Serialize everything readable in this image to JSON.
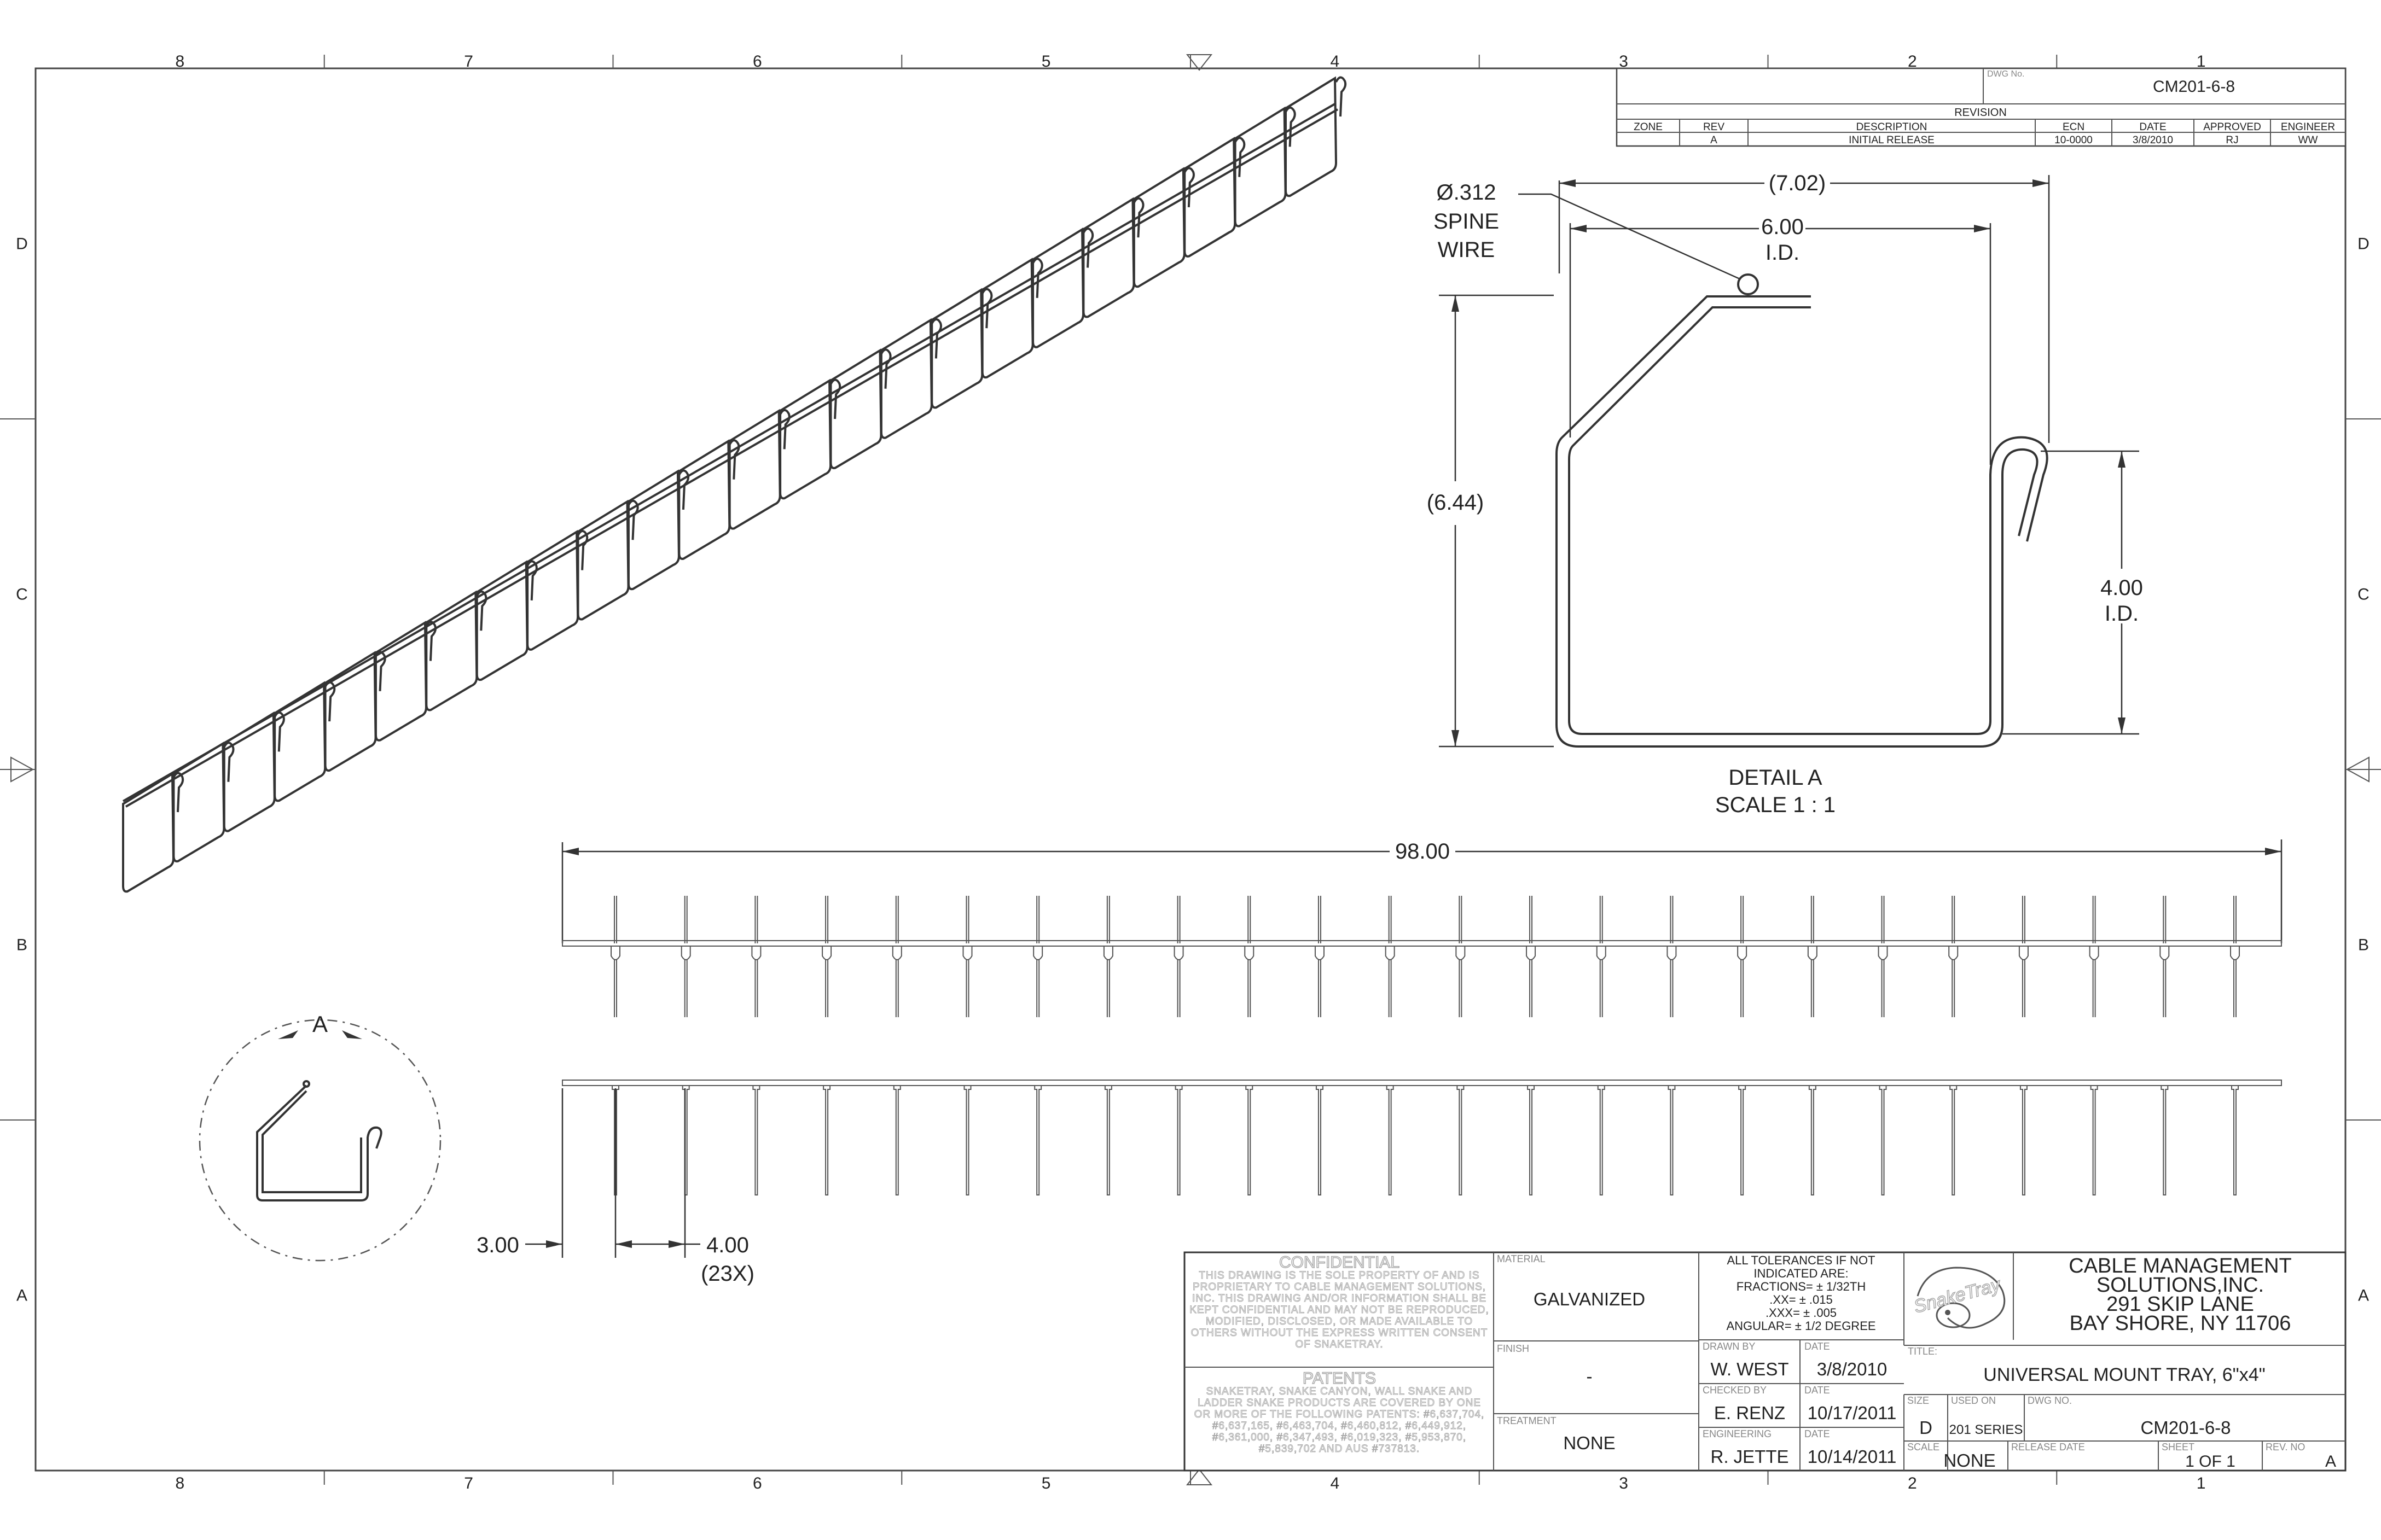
{
  "border": {
    "columns": [
      "8",
      "7",
      "6",
      "5",
      "4",
      "3",
      "2",
      "1"
    ],
    "rows": [
      "D",
      "C",
      "B",
      "A"
    ]
  },
  "revision_block": {
    "dwg_no_label": "DWG No.",
    "dwg_no": "CM201-6-8",
    "title": "REVISION",
    "headers": [
      "ZONE",
      "REV",
      "DESCRIPTION",
      "ECN",
      "DATE",
      "APPROVED",
      "ENGINEER"
    ],
    "row": [
      "",
      "A",
      "INITIAL RELEASE",
      "10-0000",
      "3/8/2010",
      "RJ",
      "WW"
    ]
  },
  "detail_a": {
    "spine_dia": "Ø.312",
    "spine_label1": "SPINE",
    "spine_label2": "WIRE",
    "overall_width": "(7.02)",
    "inner_width": "6.00",
    "inner_width_note": "I.D.",
    "overall_height": "(6.44)",
    "inner_height": "4.00",
    "inner_height_note": "I.D.",
    "title": "DETAIL  A",
    "scale": "SCALE 1 : 1"
  },
  "plan_view": {
    "length": "98.00",
    "end_offset": "3.00",
    "spacing": "4.00",
    "spacing_count": "(23X)",
    "rung_count": 24
  },
  "detail_callout": {
    "letter": "A"
  },
  "title_block": {
    "confidential": {
      "heading": "CONFIDENTIAL",
      "text": "THIS DRAWING IS THE SOLE PROPERTY OF AND IS PROPRIETARY TO CABLE MANAGEMENT SOLUTIONS, INC. THIS DRAWING AND/OR INFORMATION SHALL BE KEPT CONFIDENTIAL AND MAY NOT BE REPRODUCED, MODIFIED, DISCLOSED, OR MADE AVAILABLE TO OTHERS WITHOUT THE EXPRESS WRITTEN CONSENT OF SNAKETRAY."
    },
    "patents": {
      "heading": "PATENTS",
      "text": "SNAKETRAY, SNAKE CANYON, WALL SNAKE AND LADDER SNAKE PRODUCTS ARE COVERED BY ONE OR MORE OF THE FOLLOWING PATENTS: #6,637,704, #6,637,165, #6,463,704, #6,460,812, #6,449,912, #6,361,000, #6,347,493, #6,019,323, #5,953,870, #5,839,702 AND AUS #737813."
    },
    "material_label": "MATERIAL",
    "material": "GALVANIZED",
    "finish_label": "FINISH",
    "finish": "-",
    "treatment_label": "TREATMENT",
    "treatment": "NONE",
    "tolerances": [
      "ALL TOLERANCES IF NOT",
      "INDICATED ARE:",
      "FRACTIONS= ± 1/32TH",
      ".XX= ± .015",
      ".XXX= ± .005",
      "ANGULAR= ± 1/2 DEGREE"
    ],
    "drawn_by_label": "DRAWN BY",
    "drawn_by": "W. WEST",
    "drawn_date": "3/8/2010",
    "checked_by_label": "CHECKED BY",
    "checked_by": "E. RENZ",
    "checked_date": "10/17/2011",
    "engineering_label": "ENGINEERING",
    "engineering": "R. JETTE",
    "engineering_date": "10/14/2011",
    "date_label": "DATE",
    "logo_text": "SnakeTray",
    "company": [
      "CABLE MANAGEMENT",
      "SOLUTIONS,INC.",
      "291 SKIP LANE",
      "BAY SHORE, NY 11706"
    ],
    "title_label": "TITLE:",
    "title": "UNIVERSAL MOUNT TRAY, 6\"x4\"",
    "size_label": "SIZE",
    "size": "D",
    "used_on_label": "USED ON",
    "used_on": "201 SERIES",
    "dwg_no_label": "DWG NO.",
    "dwg_no": "CM201-6-8",
    "scale_label": "SCALE",
    "scale": "NONE",
    "release_date_label": "RELEASE DATE",
    "sheet_label": "SHEET",
    "sheet": "1 OF 1",
    "rev_no_label": "REV. NO",
    "rev_no": "A"
  }
}
